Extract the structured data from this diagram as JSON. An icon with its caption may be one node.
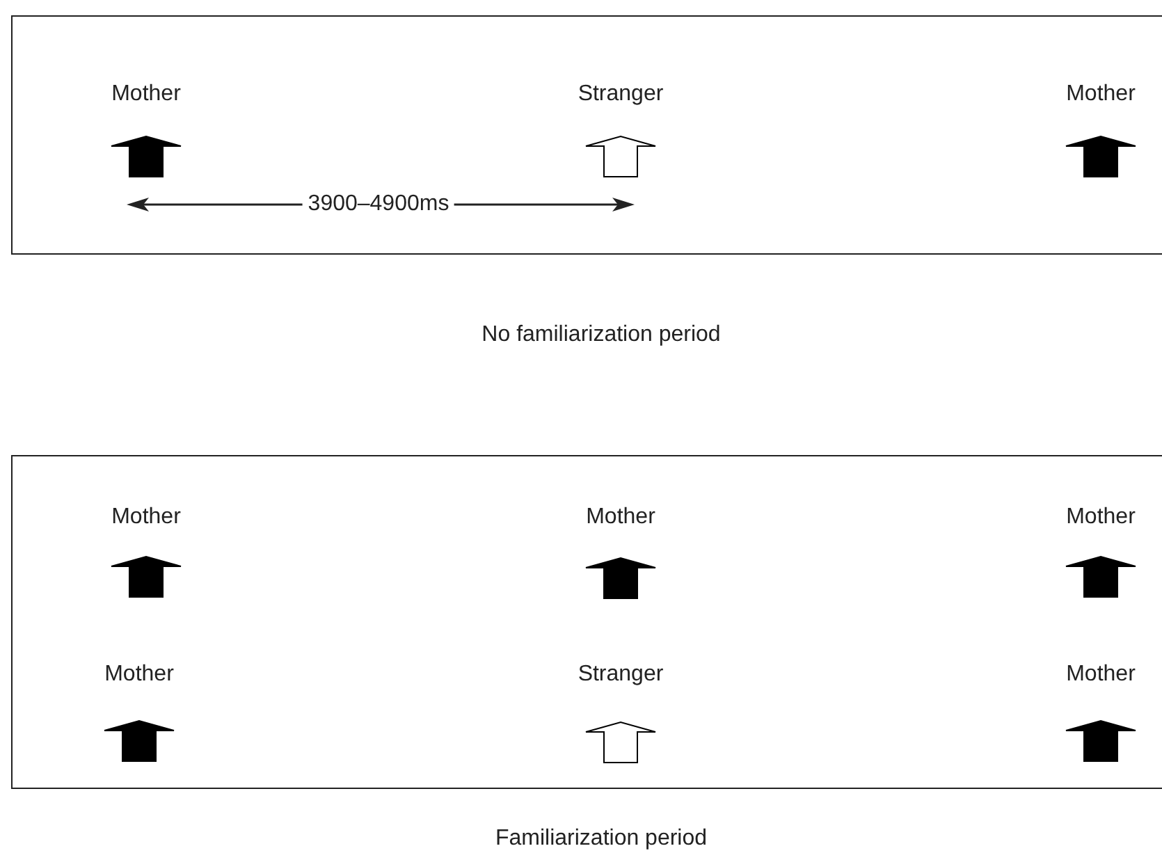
{
  "diagram": {
    "nodes": [
      {
        "text": [],
        "shape": "box",
        "beside": [
          "No familiarization period"
        ]
      },
      {
        "text": [],
        "shape": "box",
        "beside": [
          "Familiarization period"
        ]
      }
    ],
    "labels": [
      "Mother",
      "Stranger",
      "Mother",
      "3900–4900ms",
      "Mother",
      "Mother",
      "Mother",
      "Mother",
      "Stranger",
      "Mother"
    ]
  }
}
